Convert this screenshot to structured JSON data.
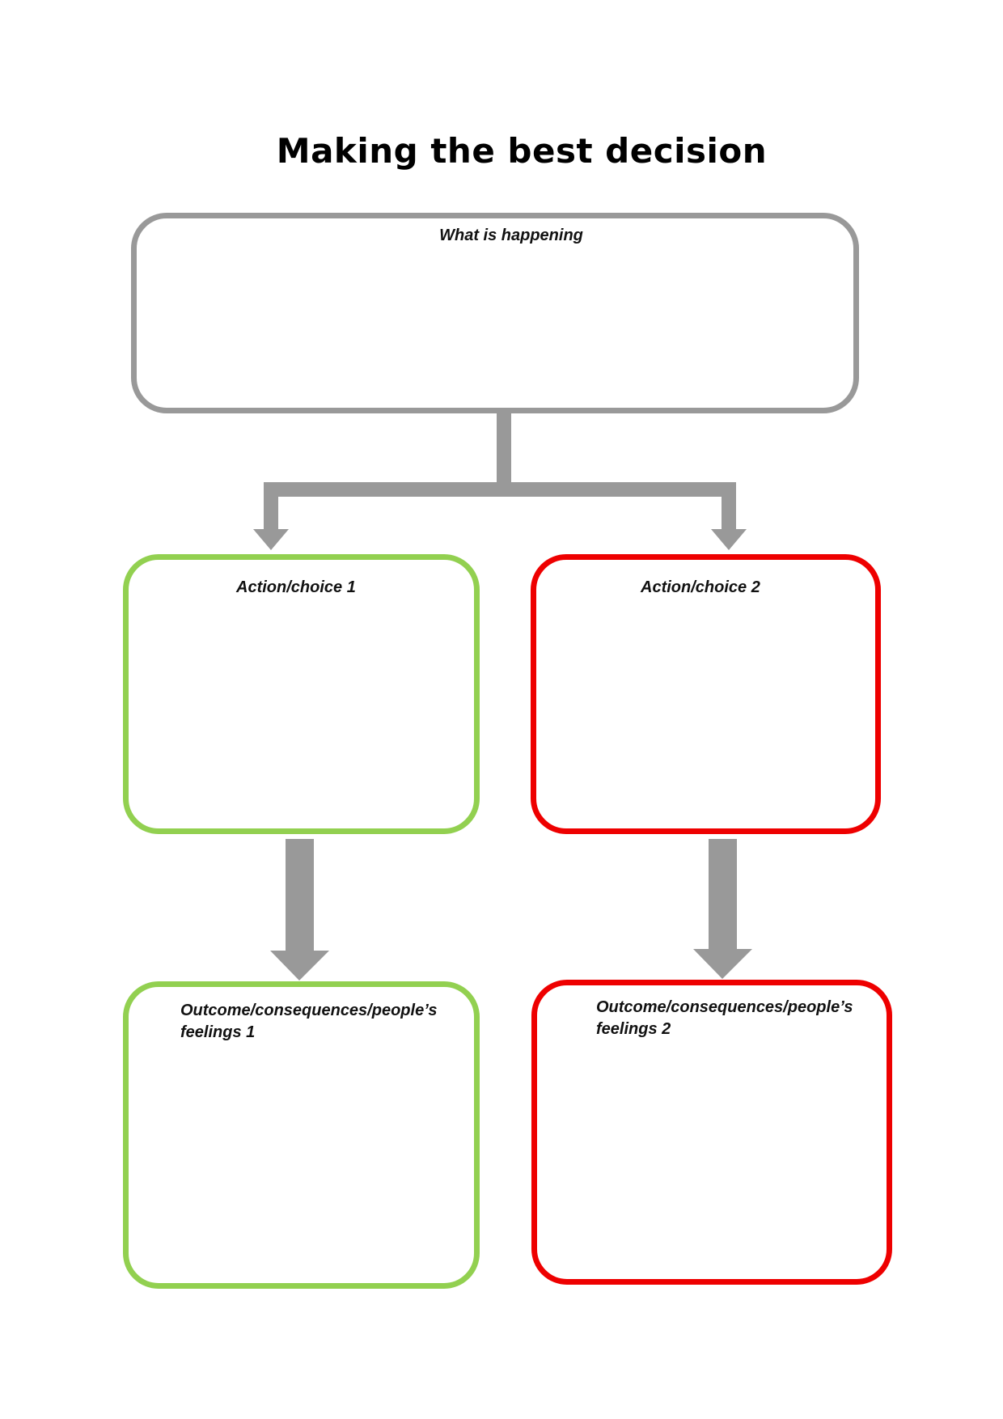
{
  "title": "Making the best decision",
  "colors": {
    "connector": "#999999",
    "choice1": "#92d050",
    "choice2": "#ee0000"
  },
  "boxes": {
    "situation": {
      "label": "What is happening"
    },
    "action1": {
      "label": "Action/choice 1"
    },
    "action2": {
      "label": "Action/choice 2"
    },
    "outcome1": {
      "label": "Outcome/consequences/people’s feelings 1"
    },
    "outcome2": {
      "label": "Outcome/consequences/people’s feelings 2"
    }
  }
}
